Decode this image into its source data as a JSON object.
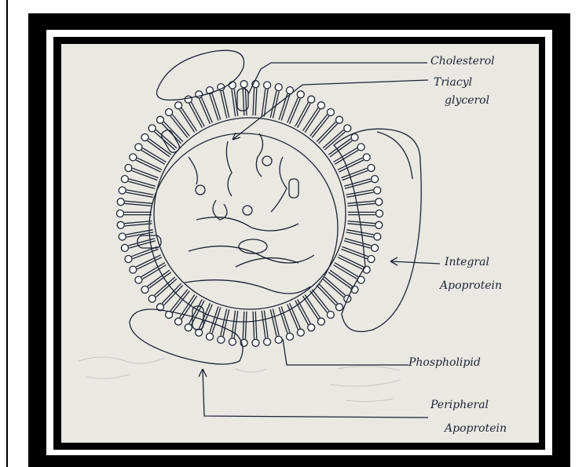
{
  "labels": {
    "cholesterol": "Cholesterol",
    "triacylglycerol_line1": "Triacyl",
    "triacylglycerol_line2": "glycerol",
    "integral_line1": "Integral",
    "integral_line2": "Apoprotein",
    "phospholipid": "Phospholipid",
    "peripheral_line1": "Peripheral",
    "peripheral_line2": "Apoprotein"
  },
  "colors": {
    "outer_frame": "#000000",
    "mat": "#ffffff",
    "paper": "#e9e8e3",
    "ink": "#1d2330"
  }
}
